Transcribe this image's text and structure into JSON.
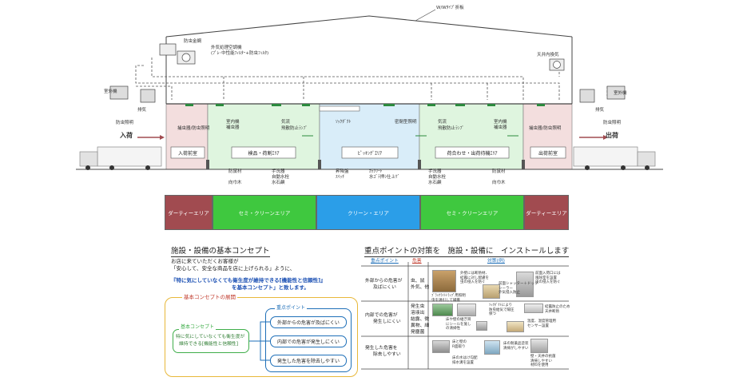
{
  "diagram": {
    "roof_label": "W/Wﾀｲﾌﾟ折板",
    "bird_net": "防虫金網",
    "air_unit_1": "外気処理空調機",
    "air_unit_2": "(ﾌﾟﾚ･中性能ﾌｨﾙﾀｰ+防虫ﾌｨﾙﾀ)",
    "ceiling_fan": "天井内換気",
    "outdoor_unit_left": "室外機",
    "outdoor_unit_right": "室外機",
    "exhaust_left": "排気",
    "exhaust_right": "排気",
    "light_left": "防虫照明",
    "light_right": "防虫照明",
    "insect_light_left": "捕虫器/防虫照明",
    "insect_light_right": "捕虫器/防虫照明",
    "indoor_unit_1": "室内機",
    "insect_trap_1": "補虫器",
    "anti_fly_lamp_1": "飛散防止ﾗﾝﾌﾟ",
    "dust_duct": "ｿｯｸﾀﾞｸﾄ",
    "sealed_light": "密閉型照明",
    "airflow_1": "気流",
    "airflow_2": "気流",
    "anti_fly_lamp_2": "飛散防止ﾗﾝﾌﾟ",
    "indoor_unit_2": "室内機",
    "insect_trap_2": "補虫器",
    "arrival": "入荷",
    "departure": "出荷",
    "room_in": "入荷前室",
    "room_a": "検品・荷割ｴﾘｱ",
    "room_b": "ﾋﾟｯｷﾝｸﾞｴﾘｱ",
    "room_c": "荷合わせ・出荷待機ｴﾘｱ",
    "room_out": "出荷前室",
    "insulation_left": "防鼠材",
    "insulation_right": "防鼠材",
    "sill_left": "向巾木",
    "sill_right": "向巾木",
    "hand_wash_1": "手洗器",
    "hand_wash_1b": "自動水栓",
    "hand_wash_1c": "水石鹸",
    "floor_switch": "昇降盤",
    "floor_switch_b": "ｽｲｯﾁ",
    "concrete": "ｶﾗｸﾘｰﾄ",
    "concrete_b": "水ｺﾞﾃ押ｼ仕上ｹﾞ",
    "hand_wash_2": "手洗器",
    "hand_wash_2b": "自動水栓",
    "hand_wash_2c": "水石鹸"
  },
  "zones": {
    "dirty_left": "ダーティーエリア",
    "semi_left": "セミ・クリーンエリア",
    "clean": "クリーン・エリア",
    "semi_right": "セミ・クリーンエリア",
    "dirty_right": "ダーティーエリア",
    "colors": {
      "dirty": "#a14b50",
      "semi": "#3fc83f",
      "clean": "#2b9ee8"
    }
  },
  "concept": {
    "title": "施設・設備の基本コンセプト",
    "line1": "お店に来ていただくお客様が",
    "line2": "「安心して、安全な商品を店に上げられる」ように、",
    "line3": "『特に気にしていなくても衛生度が維持できる[機能性と信頼性]』",
    "line4": "を基本コンセプト」と致します。",
    "diagram_title": "基本コンセプトの展開",
    "basic_label": "基本コンセプト",
    "basic_text_1": "特に気にしていなくても衛生度が",
    "basic_text_2": "維持できる[機能性と信頼性]",
    "point_label": "重点ポイント",
    "point_1": "外部からの危害が及ばにくい",
    "point_2": "内部での危害が発生しにくい",
    "point_3": "発生した危害を除去しやすい"
  },
  "measures": {
    "title": "重点ポイントの対策を　施設・設備に　インストールします",
    "headers": [
      "重点ポイント",
      "危害",
      "対策(例)"
    ],
    "rows": [
      {
        "point": [
          "外部からの危害が",
          "及ばにくい"
        ],
        "hazard": [
          "虫、鼠",
          "外気、他"
        ]
      },
      {
        "point": [
          "内部での危害が",
          "発生しにくい"
        ],
        "hazard": [
          "発生虫",
          "溶液出",
          "結露、微",
          "異物、細",
          "発塵菌"
        ]
      },
      {
        "point": [
          "発生した危害を",
          "除去しやすい"
        ],
        "hazard": []
      }
    ],
    "notes": [
      "外壁には断熱材、\n結露に対し配慮を\n虫の侵入を防ぐ",
      "前面シャッター＋ドック\nシーラー\n外気侵入防止",
      "前面入荷口には\n風除室を設置\n虫の侵入を防ぐ",
      "ﾌﾞﾗｯｸﾗｲﾄﾄﾗｯﾌﾟ用照明\n虫を誘引して捕獲",
      "ｿｯｸﾀﾞｸﾄにより\n防虫給気で陽圧\n保つ",
      "結露防止のため\n天井断熱",
      "床や壁の継ぎ目\nにシールを施し\nの清掃性",
      "温度、湿度管理用\nセンサー設置",
      "床と壁の\nR面取り",
      "床の耐薬品塗装\n清掃がしやすい",
      "床の水はけ勾配\n排水溝を設置",
      "壁・天井の抗菌\n清掃しやすい\n材料を使用"
    ]
  }
}
